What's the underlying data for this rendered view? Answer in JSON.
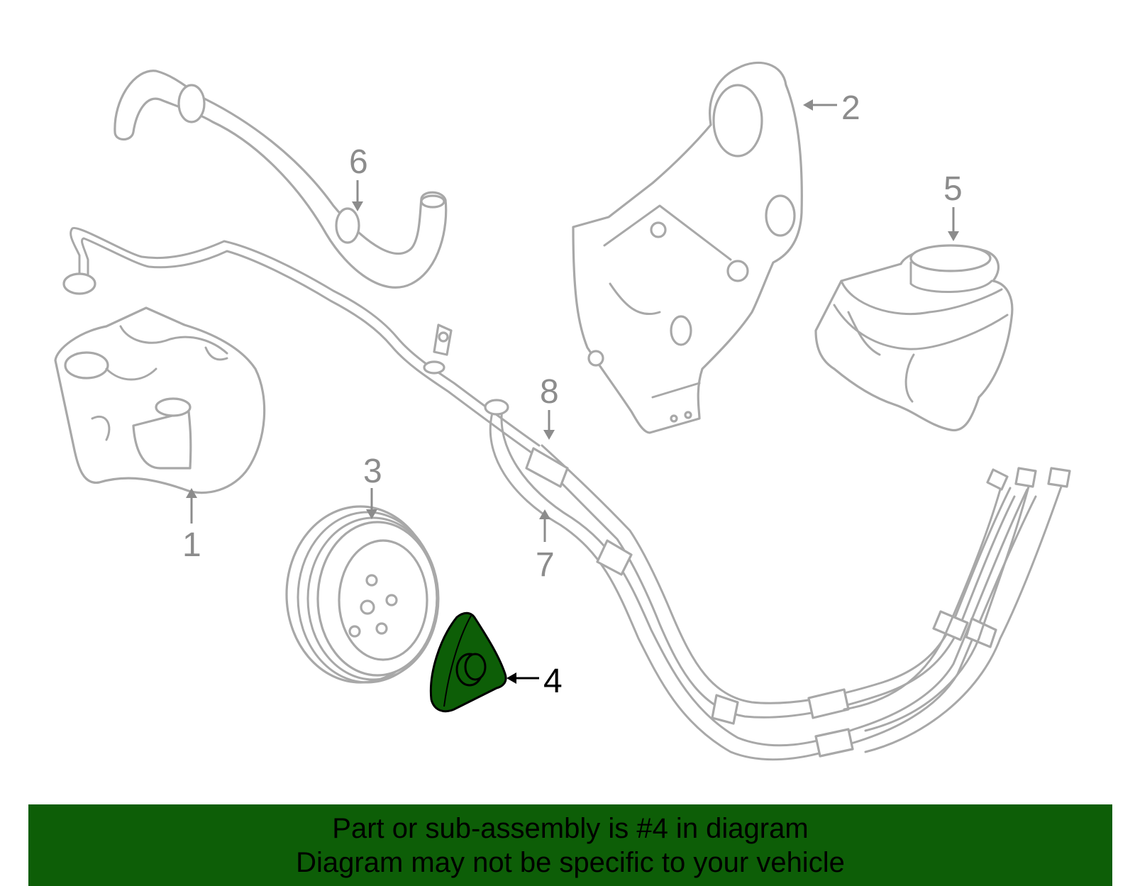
{
  "colors": {
    "highlight": "#0d5e07",
    "part_outline": "#a8a8a8",
    "callout_gray": "#8c8c8c",
    "banner_bg": "#0d5e07",
    "banner_text": "#000000"
  },
  "highlighted_part": "4",
  "callouts": {
    "c1": "1",
    "c2": "2",
    "c3": "3",
    "c4": "4",
    "c5": "5",
    "c6": "6",
    "c7": "7",
    "c8": "8"
  },
  "banner": {
    "line1": "Part or sub-assembly is #4 in diagram",
    "line2": "Diagram may not be specific to your vehicle"
  }
}
